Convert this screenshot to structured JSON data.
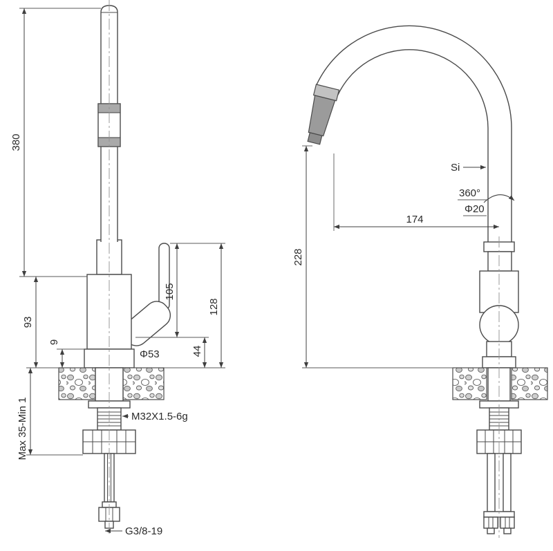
{
  "labels": {
    "total_height": "380",
    "body_height": "93",
    "base_height": "9",
    "mount_range": "Max 35-Min 1",
    "handle_top_height": "105",
    "joint_height": "44",
    "handle_overall": "128",
    "base_diameter": "Φ53",
    "mount_thread": "M32X1.5-6g",
    "hose_thread": "G3/8-19",
    "spout_height": "228",
    "spout_reach": "174",
    "si_note": "Si",
    "swivel_range": "360°",
    "tube_diameter": "Φ20"
  },
  "colors": {
    "line": "#4a4a4a",
    "dimension": "#3f3f3f",
    "shade": "#a9a9a9",
    "background": "#ffffff"
  }
}
